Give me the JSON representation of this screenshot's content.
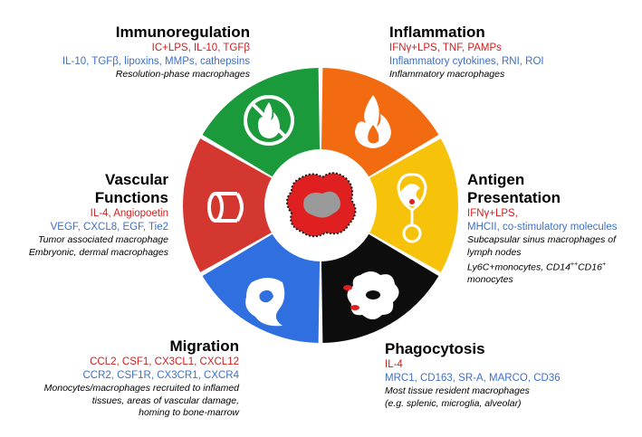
{
  "colors": {
    "immunoregulation": "#1a9a3a",
    "inflammation": "#f26b10",
    "antigen": "#f7c20a",
    "phagocytosis": "#0d0d0d",
    "migration": "#2f6fe0",
    "vascular": "#d43630",
    "cell": "#e02020",
    "nucleus": "#999999",
    "red_text": "#cc1f1f",
    "blue_text": "#3f6fc9"
  },
  "icons": {
    "immunoregulation": "no-fire-icon",
    "inflammation": "fire-icon",
    "antigen": "antigen-presentation-icon",
    "phagocytosis": "phagocytosing-cell-icon",
    "migration": "migrating-cell-icon",
    "vascular": "vessel-tube-icon",
    "center": "macrophage-cell-icon"
  },
  "immunoregulation": {
    "title": "Immunoregulation",
    "stimuli": "IC+LPS, IL-10, TGFβ",
    "markers": "IL-10, TGFβ, lipoxins, MMPs, cathepsins",
    "cells": "Resolution-phase  macrophages"
  },
  "inflammation": {
    "title": "Inflammation",
    "stimuli": "IFNγ+LPS, TNF, PAMPs",
    "markers": "Inflammatory cytokines, RNI, ROI",
    "cells": "Inflammatory macrophages"
  },
  "vascular": {
    "title_line1": "Vascular",
    "title_line2": "Functions",
    "stimuli": "IL-4, Angiopoetin",
    "markers": "VEGF, CXCL8, EGF, Tie2",
    "cells_line1": "Tumor associated macrophage",
    "cells_line2": "Embryonic, dermal macrophages"
  },
  "antigen": {
    "title_line1": "Antigen",
    "title_line2": "Presentation",
    "stimuli": "IFNγ+LPS,",
    "markers": "MHCII, co-stimulatory molecules",
    "cells_line1": "Subcapsular sinus macrophages of",
    "cells_line2": "lymph nodes",
    "cells_line3_a": "Ly6C+monocytes, CD14",
    "cells_line3_sup1": "++",
    "cells_line3_b": "CD16",
    "cells_line3_sup2": "+",
    "cells_line4": "monocytes"
  },
  "migration": {
    "title": "Migration",
    "stimuli": "CCL2, CSF1, CX3CL1, CXCL12",
    "markers": "CCR2, CSF1R,  CX3CR1, CXCR4",
    "cells_line1": "Monocytes/macrophages recruited to inflamed",
    "cells_line2": "tissues, areas of vascular damage,",
    "cells_line3": "homing to bone-marrow"
  },
  "phagocytosis": {
    "title": "Phagocytosis",
    "stimuli": "IL-4",
    "markers": "MRC1, CD163, SR-A, MARCO, CD36",
    "cells_line1": "Most tissue resident macrophages",
    "cells_line2": "(e.g. splenic, microglia, alveolar)"
  }
}
